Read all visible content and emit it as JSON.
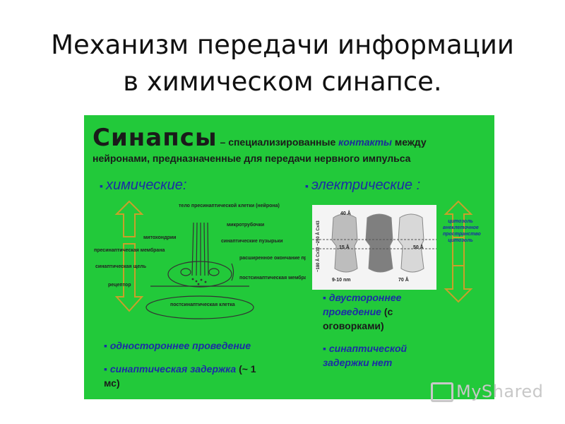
{
  "slide": {
    "title_line1": "Механизм передачи информации",
    "title_line2": "в химическом синапсе."
  },
  "panel": {
    "heading_big": "Синапсы",
    "heading_dash": " – ",
    "heading_rest1": "специализированные ",
    "heading_blue": "контакты",
    "heading_rest2": " между",
    "heading_line2": "нейронами, предназначенные для передачи нервного импульса",
    "chemical_title": "химические:",
    "electrical_title": "электрические :",
    "chem_labels": {
      "presyn_body": "тело пресинаптической клетки (нейрона)",
      "microtubules": "микротрубочки",
      "mitochondria": "митохондрии",
      "presyn_membrane": "пресинаптическая мембрана",
      "synaptic_vesicles": "синаптические пузырьки",
      "synaptic_cleft": "синаптическая щель",
      "expanded_ending": "расширенное окончание пресинаптической клетки",
      "receptor": "рецептор",
      "postsyn_membrane": "постсинаптическая мембрана",
      "postsyn_cell": "постсинаптическая клетка"
    },
    "elec_labels": {
      "d40": "40 Å",
      "d15": "15 Å",
      "d50": "50 Å",
      "d910": "9-10 nm",
      "d70": "70 Å",
      "side_left": "~180 Å Cx32 ~250 Å Cx43",
      "cytosol_text": "цитозоль внеклеточное пространство цитозоль"
    },
    "bullets": {
      "one_way": "одностороннее проведение",
      "delay": "синаптическая задержка",
      "delay_note": " (~ 1",
      "delay_note2": "мс)",
      "two_way1": "двустороннее",
      "two_way2": "проведение",
      "two_way_note": " (с",
      "two_way_note2": "оговорками)",
      "no_delay1": "синаптической",
      "no_delay2": "задержки нет"
    }
  },
  "watermark": "MyShared",
  "colors": {
    "panel": "#22c93a",
    "accent_blue": "#1c2ca6",
    "arrow": "#c8a02a"
  }
}
